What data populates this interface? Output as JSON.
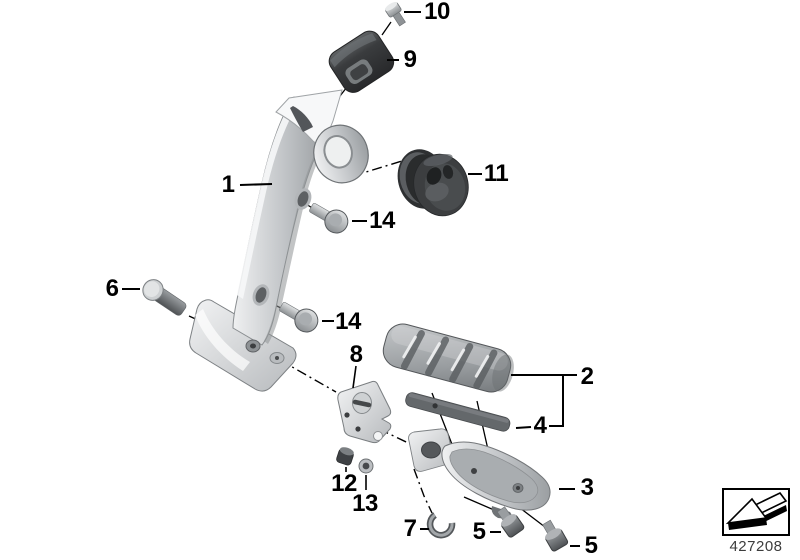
{
  "diagram": {
    "drawing_number": "427208",
    "callouts": {
      "c1": "1",
      "c2": "2",
      "c3": "3",
      "c4": "4",
      "c5a": "5",
      "c5b": "5",
      "c6": "6",
      "c7": "7",
      "c8": "8",
      "c9": "9",
      "c10": "10",
      "c11": "11",
      "c12": "12",
      "c13": "13",
      "c14a": "14",
      "c14b": "14"
    },
    "colors": {
      "background": "#ffffff",
      "line": "#000000",
      "metal_light": "#eff0f1",
      "metal_mid": "#b4b7ba",
      "metal_dark": "#8f9396",
      "rubber_dark": "#3a3c3e"
    }
  }
}
